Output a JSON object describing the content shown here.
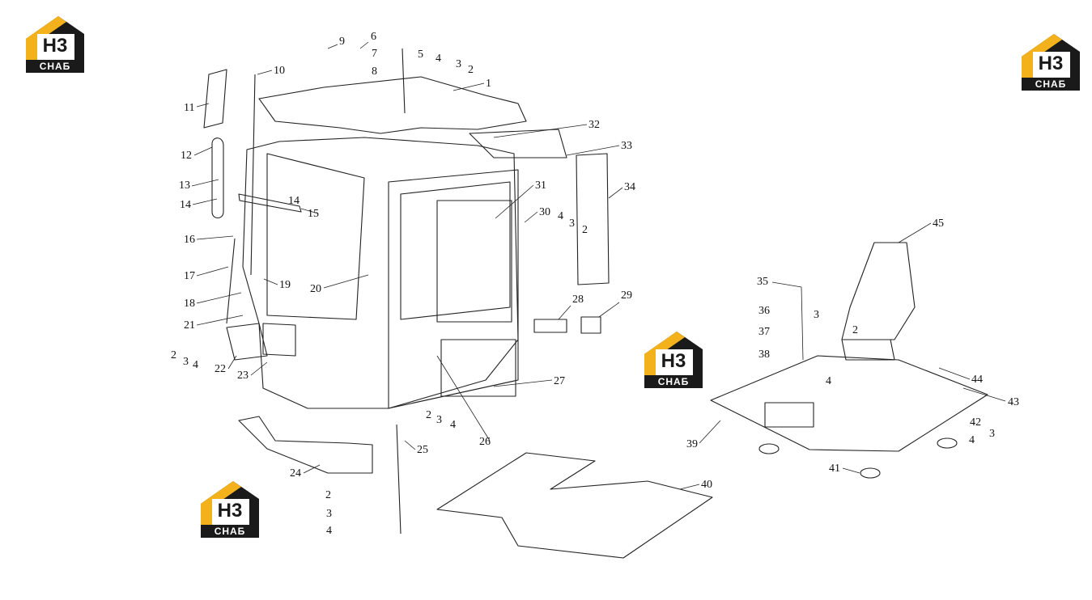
{
  "logo": {
    "top": "H3",
    "bottom": "СНАБ",
    "colors": {
      "yellow": "#f3b21b",
      "dark": "#1a1a1a"
    }
  },
  "diagram": {
    "line_color": "#222222",
    "labels": [
      "1",
      "2",
      "3",
      "4",
      "5",
      "6",
      "7",
      "8",
      "9",
      "10",
      "11",
      "12",
      "13",
      "14",
      "15",
      "16",
      "17",
      "18",
      "19",
      "20",
      "21",
      "22",
      "23",
      "24",
      "25",
      "26",
      "27",
      "28",
      "29",
      "30",
      "31",
      "32",
      "33",
      "34",
      "35",
      "36",
      "37",
      "38",
      "39",
      "40",
      "41",
      "42",
      "43",
      "44",
      "45"
    ]
  }
}
